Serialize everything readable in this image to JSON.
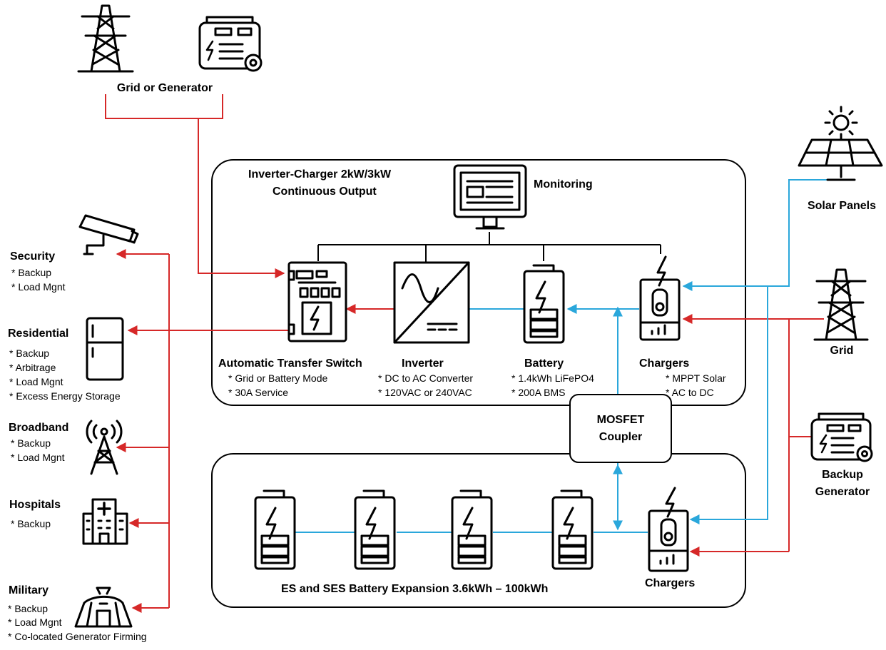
{
  "colors": {
    "grid_line": "#d62828",
    "dc_line": "#2aa7db",
    "outline": "#000000"
  },
  "system": {
    "title_1": "Inverter-Charger 2kW/3kW",
    "title_2": "Continuous Output",
    "monitoring": "Monitoring"
  },
  "sources": {
    "grid_or_generator": "Grid or Generator",
    "solar_panels": "Solar Panels",
    "grid": "Grid",
    "backup_generator_1": "Backup",
    "backup_generator_2": "Generator"
  },
  "components": {
    "ats": {
      "name": "Automatic Transfer Switch",
      "spec_1": "* Grid or Battery Mode",
      "spec_2": "* 30A Service"
    },
    "inverter": {
      "name": "Inverter",
      "spec_1": "* DC to AC Converter",
      "spec_2": "* 120VAC or 240VAC"
    },
    "battery": {
      "name": "Battery",
      "spec_1": "* 1.4kWh LiFePO4",
      "spec_2": "* 200A BMS"
    },
    "chargers": {
      "name": "Chargers",
      "spec_1": "* MPPT Solar",
      "spec_2": "* AC to DC"
    }
  },
  "coupler": {
    "line_1": "MOSFET",
    "line_2": "Coupler"
  },
  "expansion": {
    "title": "ES and SES Battery Expansion 3.6kWh – 100kWh",
    "chargers": "Chargers"
  },
  "loads": {
    "security": {
      "name": "Security",
      "items": [
        "* Backup",
        "* Load Mgnt"
      ]
    },
    "residential": {
      "name": "Residential",
      "items": [
        "* Backup",
        "* Arbitrage",
        "* Load Mgnt",
        "* Excess Energy Storage"
      ]
    },
    "broadband": {
      "name": "Broadband",
      "items": [
        "* Backup",
        "* Load Mgnt"
      ]
    },
    "hospitals": {
      "name": "Hospitals",
      "items": [
        "* Backup"
      ]
    },
    "military": {
      "name": "Military",
      "items": [
        "* Backup",
        "* Load Mgnt",
        "* Co-located Generator Firming"
      ]
    }
  }
}
